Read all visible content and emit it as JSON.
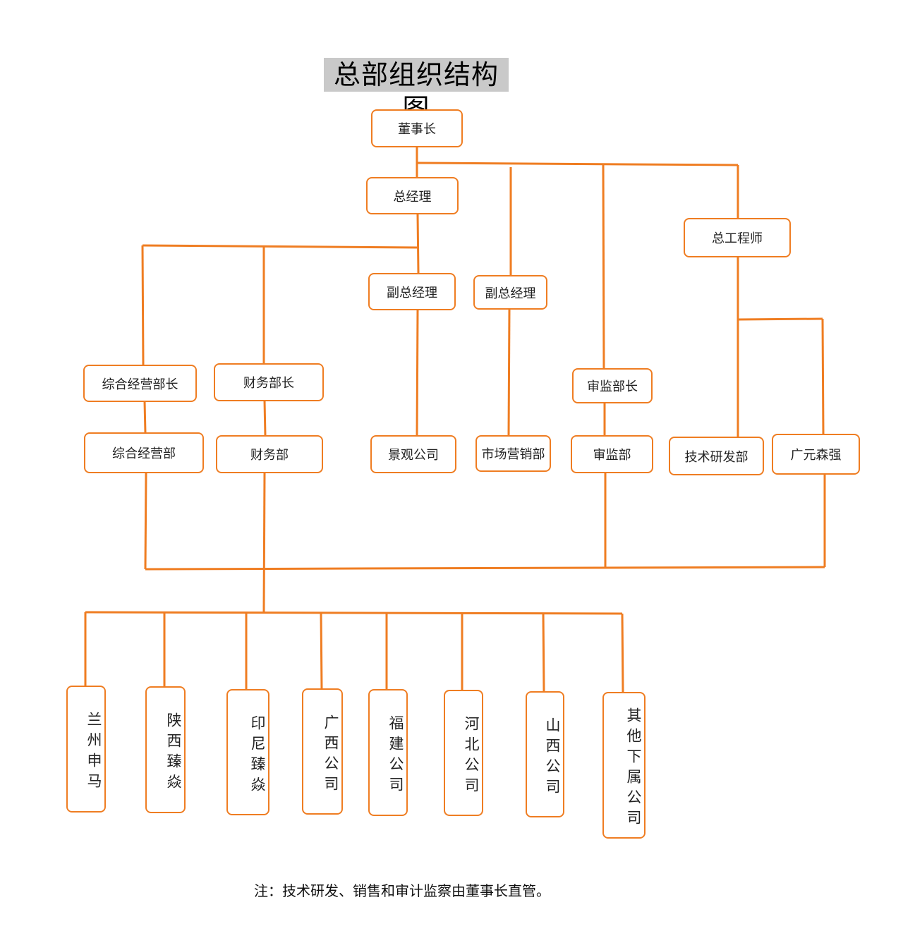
{
  "title": "总部组织结构图",
  "note": "注：技术研发、销售和审计监察由董事长直管。",
  "colors": {
    "line": "#ef7d22",
    "box_border": "#ef7d22",
    "title_bg": "#c9c9c9"
  },
  "nodes": {
    "chairman": "董事长",
    "general_manager": "总经理",
    "vice_gm_1": "副总经理",
    "vice_gm_2": "副总经理",
    "chief_engineer": "总工程师",
    "comprehensive_head": "综合经营部长",
    "finance_head": "财务部长",
    "audit_head": "审监部长",
    "comprehensive_dept": "综合经营部",
    "finance_dept": "财务部",
    "landscape_company": "景观公司",
    "marketing_dept": "市场营销部",
    "audit_dept": "审监部",
    "rd_dept": "技术研发部",
    "guangyuan_senqiang": "广元森强"
  },
  "subsidiaries": [
    "兰州申马",
    "陕西臻焱",
    "印尼臻焱",
    "广西公司",
    "福建公司",
    "河北公司",
    "山西公司",
    "其他下属公司"
  ]
}
